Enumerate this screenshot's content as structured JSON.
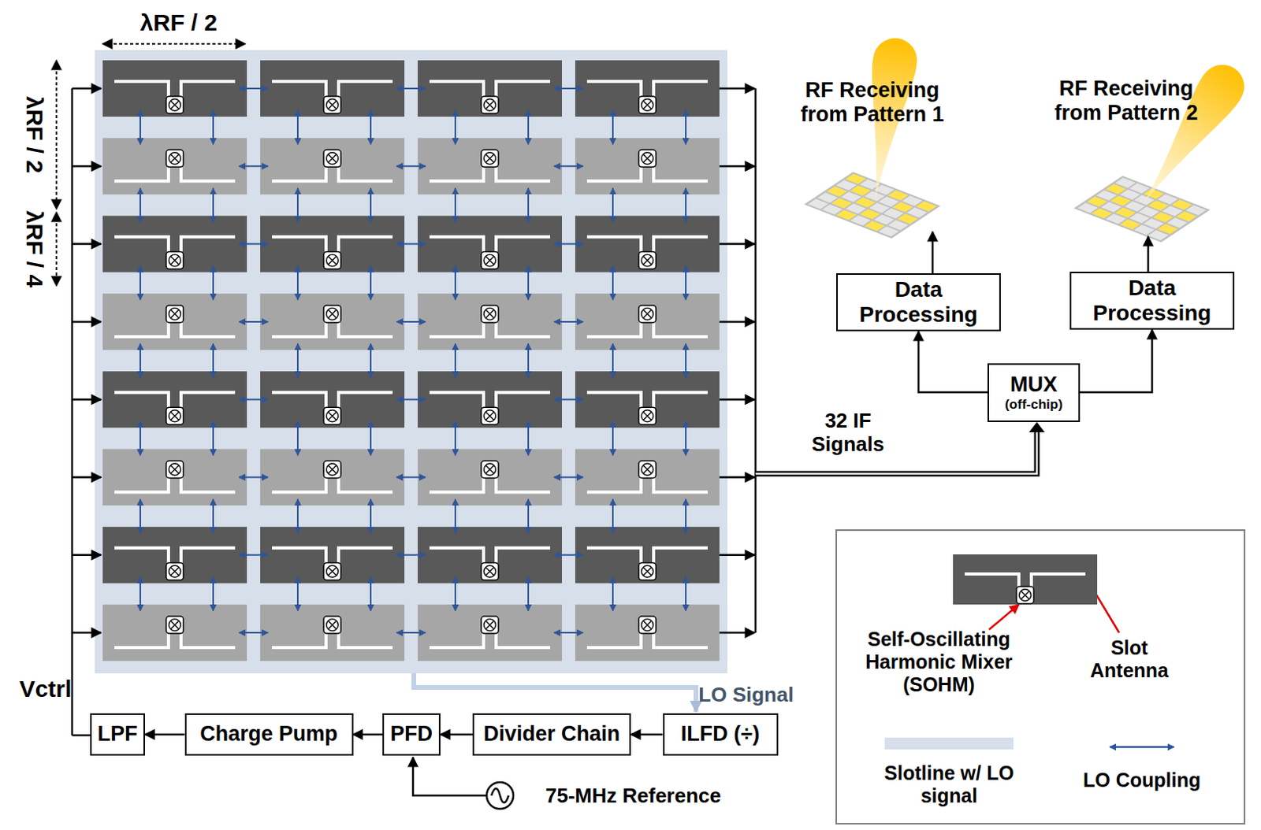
{
  "diagram": {
    "nodes": [
      {
        "text": [
          "Data Processing"
        ]
      },
      {
        "text": [
          "Data Processing"
        ]
      },
      {
        "text": [
          "MUX",
          "(off-chip)"
        ]
      },
      {
        "text": [
          "LPF"
        ]
      },
      {
        "text": [
          "Charge Pump"
        ]
      },
      {
        "text": [
          "PFD"
        ]
      },
      {
        "text": [
          "Divider Chain"
        ]
      },
      {
        "text": [
          "ILFD (÷)"
        ]
      }
    ],
    "edges": [
      {
        "from": 2,
        "to": 0,
        "arrow": "to"
      },
      {
        "from": 2,
        "to": 1,
        "arrow": "to"
      },
      {
        "from": 7,
        "to": 6,
        "arrow": "to"
      },
      {
        "from": 6,
        "to": 5,
        "arrow": "to"
      },
      {
        "from": 5,
        "to": 4,
        "arrow": "to"
      },
      {
        "from": 4,
        "to": 3,
        "arrow": "to"
      }
    ],
    "labels": [
      "λRF / 2",
      "λRF / 2",
      "λRF / 4",
      "Vctrl",
      "LO Signal",
      "75-MHz Reference",
      "32 IF Signals",
      "RF Receiving from Pattern 1",
      "RF Receiving from Pattern 2"
    ],
    "legend": [
      {
        "text": "Self-Oscillating Harmonic Mixer (SOHM)"
      },
      {
        "text": "Slot Antenna"
      },
      {
        "text": "Slotline w/ LO signal",
        "color": "#d6dfea"
      },
      {
        "text": "LO Coupling"
      }
    ]
  }
}
